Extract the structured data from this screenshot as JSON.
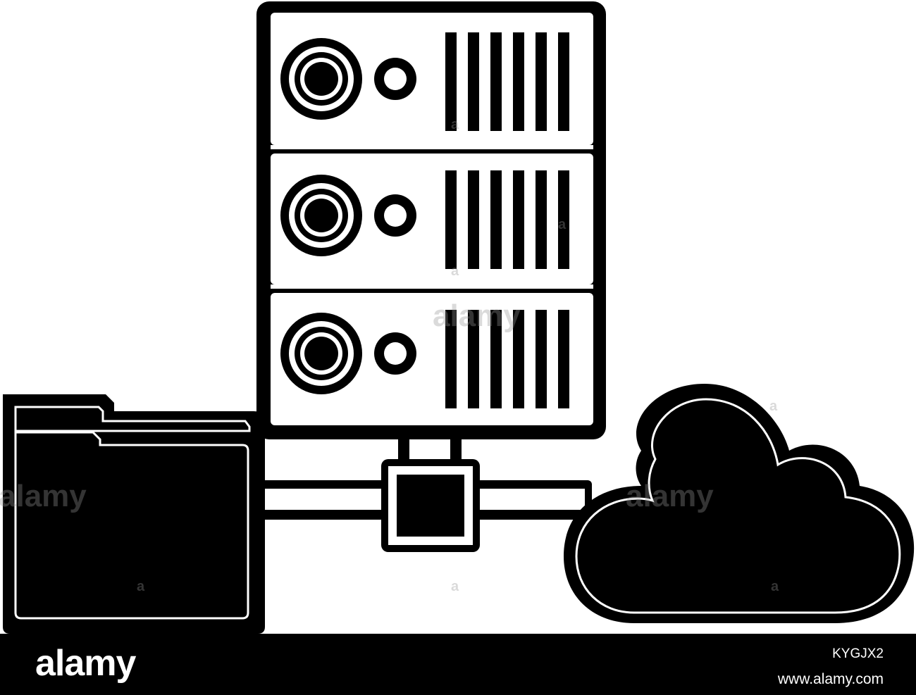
{
  "icons": {
    "server": "server-rack-icon",
    "folder": "folder-icon",
    "cloud": "cloud-icon",
    "connector": "network-connector-icon"
  },
  "colors": {
    "ink": "#000000",
    "paper": "#ffffff",
    "watermark": "#969696"
  },
  "watermark": {
    "text": "alamy",
    "letter": "a"
  },
  "footer": {
    "logo": "alamy",
    "image_id": "KYGJX2",
    "url": "www.alamy.com"
  }
}
